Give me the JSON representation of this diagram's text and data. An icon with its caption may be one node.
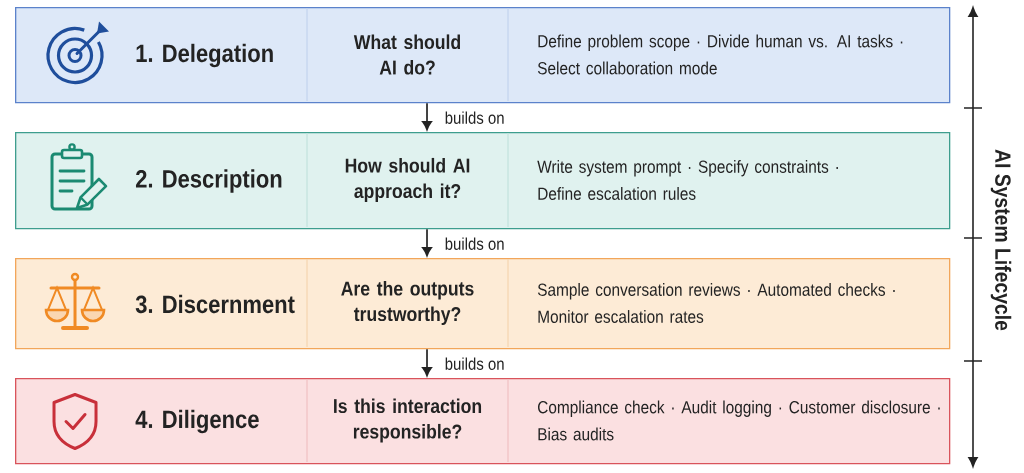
{
  "diagram": {
    "nodes": [
      {
        "text": [
          "1. Delegation",
          "What should AI do?",
          "Define problem scope · Divide human vs. AI tasks · Select collaboration mode"
        ]
      },
      {
        "text": [
          "2. Description",
          "How should AI approach it?",
          "Write system prompt · Specify constraints · Define escalation rules"
        ]
      },
      {
        "text": [
          "3. Discernment",
          "Are the outputs trustworthy?",
          "Sample conversation reviews · Automated checks · Monitor escalation rates"
        ]
      },
      {
        "text": [
          "4. Diligence",
          "Is this interaction responsible?",
          "Compliance check · Audit logging · Customer disclosure · Bias audits"
        ]
      }
    ],
    "edges": [
      {
        "from": 0,
        "to": 1,
        "arrow": "to",
        "label": "builds on"
      },
      {
        "from": 1,
        "to": 2,
        "arrow": "to",
        "label": "builds on"
      },
      {
        "from": 2,
        "to": 3,
        "arrow": "to",
        "label": "builds on"
      }
    ],
    "labels": [
      "AI System Lifecycle"
    ]
  }
}
